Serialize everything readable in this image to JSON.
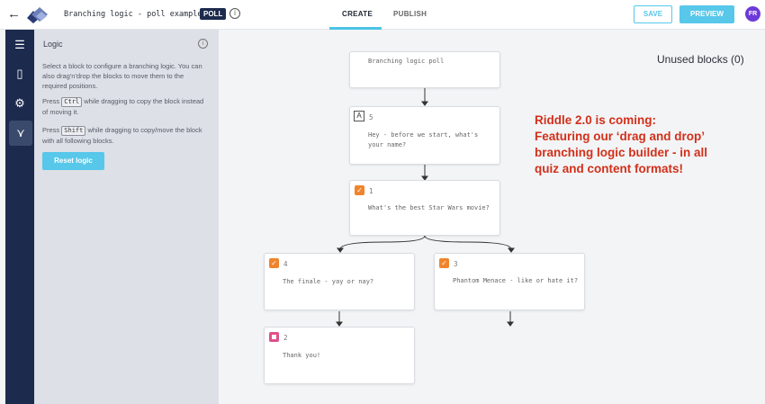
{
  "header": {
    "back_icon": "arrow-left-icon",
    "title": "Branching logic - poll example",
    "badge": "POLL",
    "info_icon": "i",
    "tabs": [
      {
        "label": "CREATE",
        "active": true
      },
      {
        "label": "PUBLISH",
        "active": false
      }
    ],
    "save_label": "SAVE",
    "preview_label": "PREVIEW",
    "avatar_initials": "FR",
    "accent_color": "#57c7ea"
  },
  "rail": {
    "items": [
      {
        "icon": "list-icon",
        "glyph": "☰"
      },
      {
        "icon": "layout-icon",
        "glyph": "▯"
      },
      {
        "icon": "gear-icon",
        "glyph": "⚙"
      },
      {
        "icon": "branch-icon",
        "glyph": "⋎",
        "active": true
      }
    ]
  },
  "panel": {
    "title": "Logic",
    "intro": "Select a block to configure a branching logic. You can also drag'n'drop the blocks to move them to the required positions.",
    "ctrl_prefix": "Press",
    "ctrl_key": "Ctrl",
    "ctrl_suffix": "while dragging to copy the block instead of moving it.",
    "shift_prefix": "Press",
    "shift_key": "Shift",
    "shift_suffix": "while dragging to copy/move the block with all following blocks.",
    "reset_label": "Reset logic"
  },
  "canvas": {
    "unused_label": "Unused blocks (0)",
    "promo": "Riddle 2.0 is coming: Featuring our ‘drag and drop’ branching logic builder - in all quiz and content formats!",
    "blocks": [
      {
        "num": "",
        "text": "Branching logic poll",
        "type": "start"
      },
      {
        "num": "5",
        "text": "Hey - before we start, what's your name?",
        "type": "text-question"
      },
      {
        "num": "1",
        "text": "What's the best Star Wars movie?",
        "type": "single-choice"
      },
      {
        "num": "4",
        "text": "The finale - yay or nay?",
        "type": "single-choice"
      },
      {
        "num": "3",
        "text": "Phantom Menace - like or hate it?",
        "type": "single-choice"
      },
      {
        "num": "2",
        "text": "Thank you!",
        "type": "end"
      }
    ]
  }
}
